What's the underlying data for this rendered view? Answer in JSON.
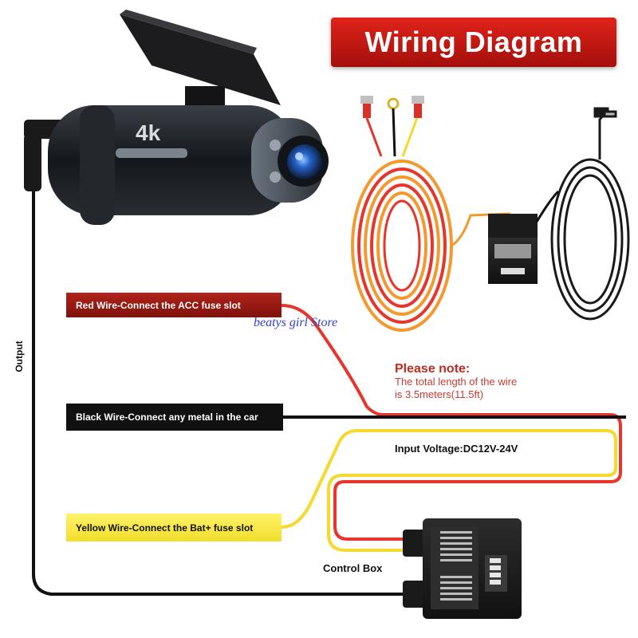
{
  "title": "Wiring Diagram",
  "labels": {
    "red_wire": "Red Wire-Connect the ACC fuse slot",
    "black_wire": "Black Wire-Connect any metal in the car",
    "yellow_wire": "Yellow Wire-Connect the Bat+ fuse slot"
  },
  "note": {
    "title": "Please note:",
    "line1": "The total length of the wire",
    "line2": "is 3.5meters(11.5ft)"
  },
  "input_voltage": "Input Voltage:DC12V-24V",
  "control_box": "Control Box",
  "output": "Output",
  "watermark": "beatys girl Store",
  "camera_badge": "4k",
  "colors": {
    "title_bg": "#c8201a",
    "red_wire": "#e8352b",
    "yellow_wire": "#f4d92e",
    "black_wire": "#111111",
    "note_text": "#c22b22",
    "watermark": "#2f3fd8"
  },
  "icons": [
    "dash-camera",
    "windshield-mount",
    "camera-lens",
    "fuse-tap-connectors",
    "coiled-wire",
    "usb-plug",
    "control-box",
    "dip-switch"
  ]
}
